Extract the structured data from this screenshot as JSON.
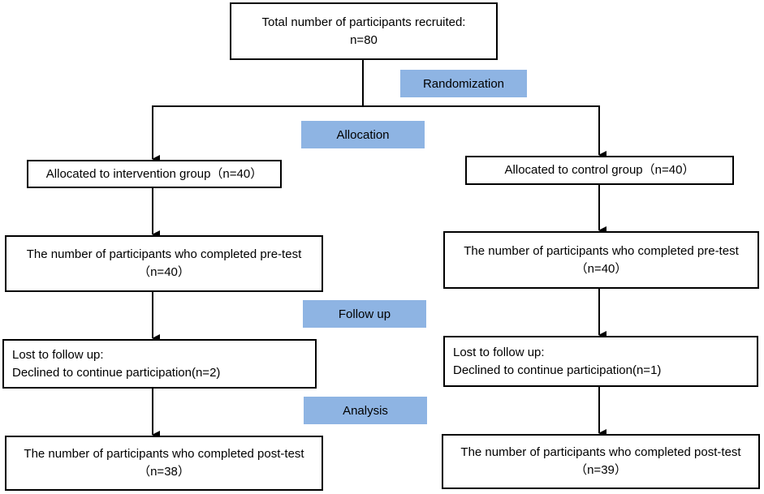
{
  "top": {
    "line1": "Total number of participants recruited:",
    "line2": "n=80"
  },
  "stages": {
    "randomization": "Randomization",
    "allocation": "Allocation",
    "followup": "Follow up",
    "analysis": "Analysis"
  },
  "intervention": {
    "allocated": "Allocated to intervention group（n=40）",
    "pretest_line1": "The number of participants who completed pre-test",
    "pretest_line2": "（n=40）",
    "lost_line1": "Lost to follow up:",
    "lost_line2": "Declined to continue participation(n=2)",
    "posttest_line1": "The number of participants who completed post-test",
    "posttest_line2": "（n=38）"
  },
  "control": {
    "allocated": "Allocated to control group（n=40）",
    "pretest_line1": "The number of participants who completed pre-test",
    "pretest_line2": "（n=40）",
    "lost_line1": "Lost to follow up:",
    "lost_line2": "Declined to continue participation(n=1)",
    "posttest_line1": "The number of participants who completed post-test",
    "posttest_line2": "（n=39）"
  },
  "colors": {
    "stage_fill": "#8eb4e3",
    "border": "#000000"
  }
}
